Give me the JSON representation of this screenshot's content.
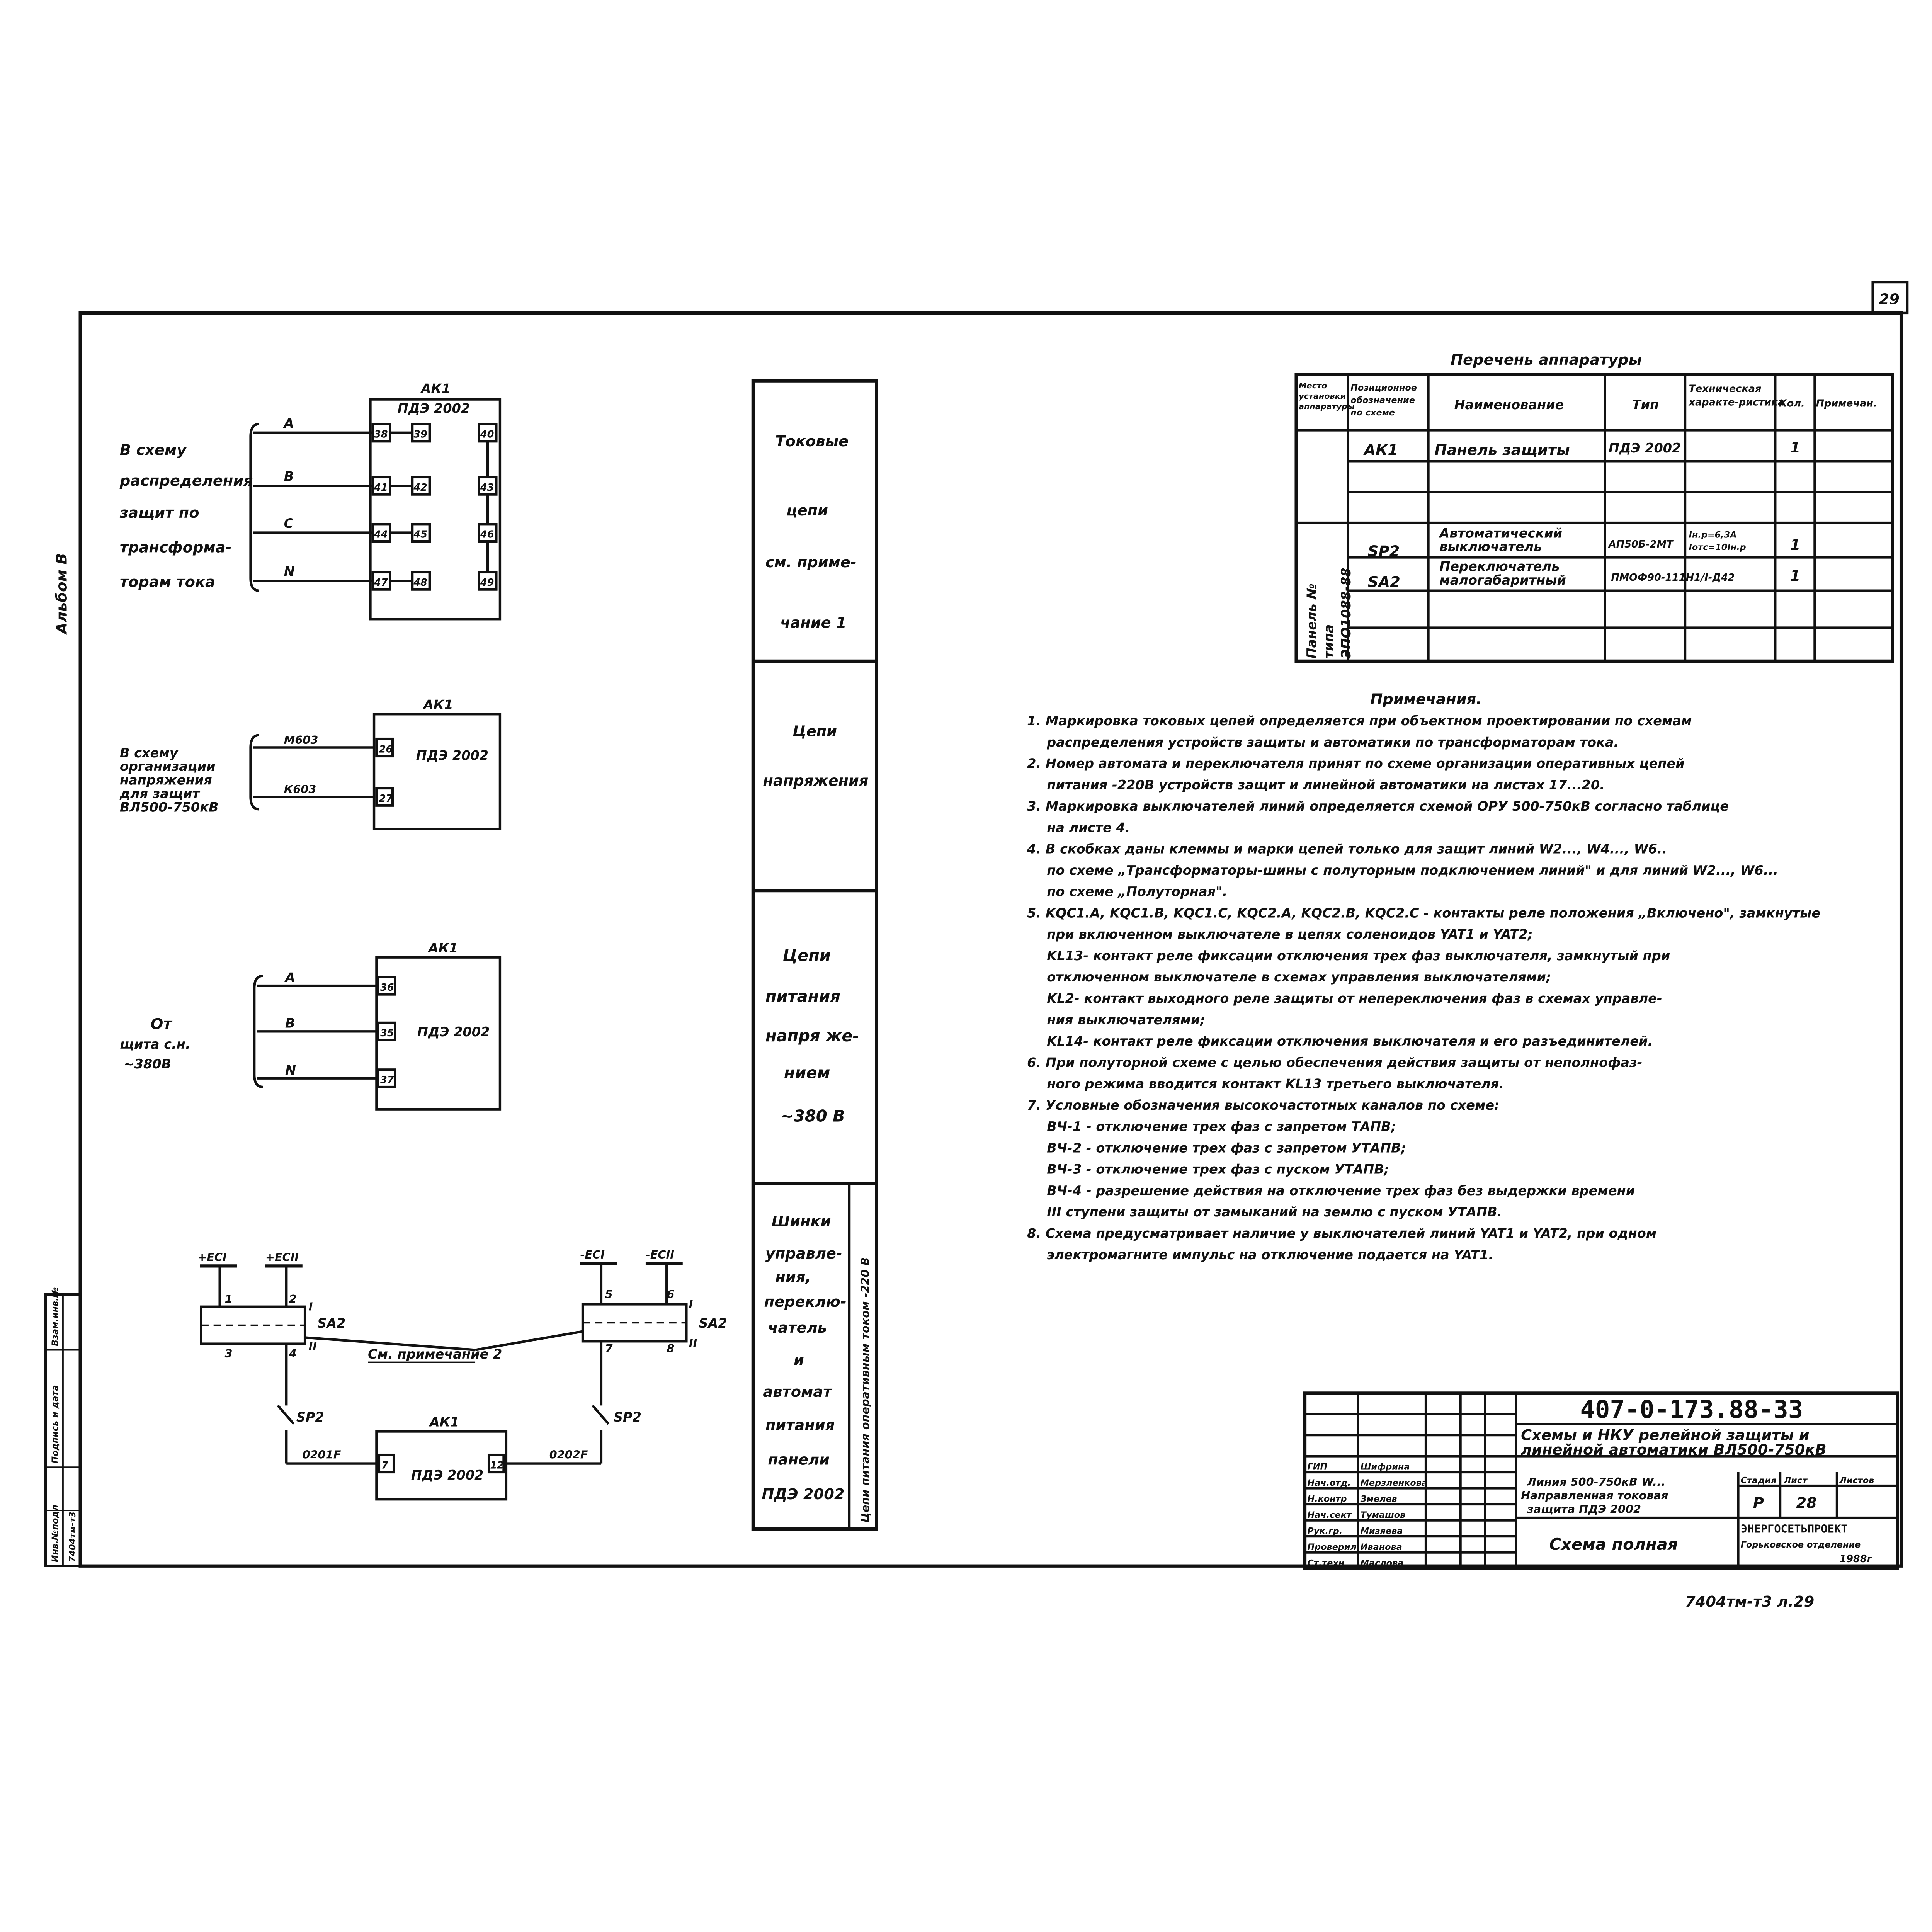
{
  "sheet_number": "29",
  "album_label": "Альбом B",
  "stamp_left": {
    "inv": "Инв.№подл",
    "sign": "Подпись и дата",
    "replace": "Взам.инв.№",
    "code": "7404тм-т3"
  },
  "current_circuits": {
    "title": "АК1",
    "device": "ПДЭ 2002",
    "desc": [
      "В схему",
      "распределения",
      "защит по",
      "трансформа-",
      "торам тока"
    ],
    "phases": [
      "A",
      "B",
      "C",
      "N"
    ],
    "terminals": [
      [
        "38",
        "39",
        "40"
      ],
      [
        "41",
        "42",
        "43"
      ],
      [
        "44",
        "45",
        "46"
      ],
      [
        "47",
        "48",
        "49"
      ]
    ]
  },
  "voltage_circuits": {
    "title": "АК1",
    "device": "ПДЭ 2002",
    "desc": [
      "В схему",
      "организации",
      "напряжения",
      "для защит",
      "ВЛ500-750кВ"
    ],
    "wires": [
      "М603",
      "К603"
    ],
    "terminals": [
      "26",
      "27"
    ]
  },
  "power_circuits": {
    "title": "АК1",
    "device": "ПДЭ 2002",
    "desc": [
      "От",
      "щита с.н.",
      "~380В"
    ],
    "phases": [
      "A",
      "B",
      "N"
    ],
    "terminals": [
      "36",
      "35",
      "37"
    ]
  },
  "dc_circuits": {
    "buses": [
      "+ЕСI",
      "+ЕСII",
      "-ЕСI",
      "-ЕСII"
    ],
    "switch": "SA2",
    "breaker": "SP2",
    "note": "См. примечание 2",
    "contacts_left": [
      "1",
      "2",
      "3",
      "4"
    ],
    "contacts_right": [
      "5",
      "6",
      "7",
      "8"
    ],
    "pos": [
      "I",
      "II"
    ],
    "title": "АК1",
    "device": "ПДЭ 2002",
    "terminals": [
      "7",
      "12"
    ],
    "wires": [
      "0201F",
      "0202F"
    ]
  },
  "middle_column": {
    "s1": [
      "Токовые",
      "цепи",
      "см. приме-",
      "чание 1"
    ],
    "s2": [
      "Цепи",
      "напряжения"
    ],
    "s3": [
      "Цепи",
      "питания",
      "напря же-",
      "нием",
      "~380 В"
    ],
    "s4": [
      "Шинки",
      "управле-",
      "ния,",
      "переклю-",
      "чатель",
      "и",
      "автомат",
      "питания",
      "панели",
      "ПДЭ 2002"
    ],
    "s4_vertical": "Цепи питания оперативным током -220 В"
  },
  "equipment_table": {
    "title": "Перечень аппаратуры",
    "headers": [
      "Место установки аппаратуры",
      "Позиционное обозначение по схеме",
      "Наименование",
      "Тип",
      "Техническая характе-ристика",
      "Кол.",
      "Примечан."
    ],
    "place": "Панель № типа ЭПО1088-88",
    "rows": [
      {
        "pos": "АК1",
        "name": "Панель защиты",
        "type": "ПДЭ 2002",
        "spec": "",
        "qty": "1"
      },
      {
        "pos": "SP2",
        "name": "Автоматический выключатель",
        "type": "АП50Б-2МТ",
        "spec": "Iн.р=6,3А Iотс=10Iн.р",
        "qty": "1"
      },
      {
        "pos": "SA2",
        "name": "Переключатель малогабаритный",
        "type": "ПМОФ90-111Н1/I-Д42",
        "spec": "",
        "qty": "1"
      }
    ]
  },
  "notes": {
    "title": "Примечания.",
    "lines": [
      "1. Маркировка токовых цепей определяется при объектном проектировании по схемам",
      "распределения устройств защиты и автоматики по трансформаторам тока.",
      "2. Номер автомата и переключателя принят по схеме организации оперативных цепей",
      "питания -220В устройств защит и линейной автоматики на листах 17...20.",
      "3. Маркировка выключателей линий определяется схемой ОРУ 500-750кВ согласно таблице",
      "на листе 4.",
      "4. В скобках даны клеммы и марки цепей только для защит линий W2..., W4..., W6..",
      "по схеме „Трансформаторы-шины с полуторным подключением линий\" и для линий W2..., W6...",
      "по схеме „Полуторная\".",
      "5. KQC1.A, KQC1.B, KQC1.C, KQC2.A, KQC2.B, KQC2.C - контакты реле положения „Включено\", замкнутые",
      "при включенном выключателе в цепях соленоидов YAT1 и YAT2;",
      "KL13- контакт реле фиксации отключения трех фаз выключателя, замкнутый при",
      "отключенном выключателе в схемах управления выключателями;",
      "KL2- контакт выходного реле защиты от непереключения фаз в схемах управле-",
      "ния выключателями;",
      "KL14- контакт реле фиксации отключения выключателя и его разъединителей.",
      "6. При полуторной схеме с целью обеспечения действия защиты от неполнофаз-",
      "ного режима вводится контакт KL13 третьего выключателя.",
      "7. Условные обозначения высокочастотных каналов по схеме:",
      "ВЧ-1 - отключение трех фаз с запретом ТАПВ;",
      "ВЧ-2 - отключение трех фаз с запретом УТАПВ;",
      "ВЧ-3 - отключение трех фаз с пуском УТАПВ;",
      "ВЧ-4 - разрешение действия на отключение трех фаз без выдержки времени",
      "III ступени защиты от замыканий на землю с пуском УТАПВ.",
      "8. Схема предусматривает наличие у выключателей линий YAT1 и YAT2, при одном",
      "электромагните импульс на отключение подается на YAT1."
    ]
  },
  "title_block": {
    "code": "407-0-173.88-33",
    "title": [
      "Схемы и НКУ релейной защиты и",
      "линейной автоматики ВЛ500-750кВ"
    ],
    "roles": [
      [
        "ГИП",
        "Шифрина"
      ],
      [
        "Нач.отд.",
        "Мерзленкова"
      ],
      [
        "Н.контр",
        "Змелев"
      ],
      [
        "Нач.сект",
        "Тумашов"
      ],
      [
        "Рук.гр.",
        "Мизяева"
      ],
      [
        "Проверил",
        "Иванова"
      ],
      [
        "Ст.техн",
        "Маслова"
      ]
    ],
    "sheet_desc": [
      "Линия 500-750кВ W...",
      "Направленная токовая",
      "защита ПДЭ 2002"
    ],
    "drawing_name": "Схема полная",
    "stage_label": "Стадия",
    "sheet_label": "Лист",
    "sheets_label": "Листов",
    "stage": "Р",
    "sheet": "28",
    "org": [
      "ЭНЕРГОСЕТЬПРОЕКТ",
      "Горьковское отделение",
      "1988г"
    ]
  },
  "footer": "7404тм-т3   л.29"
}
